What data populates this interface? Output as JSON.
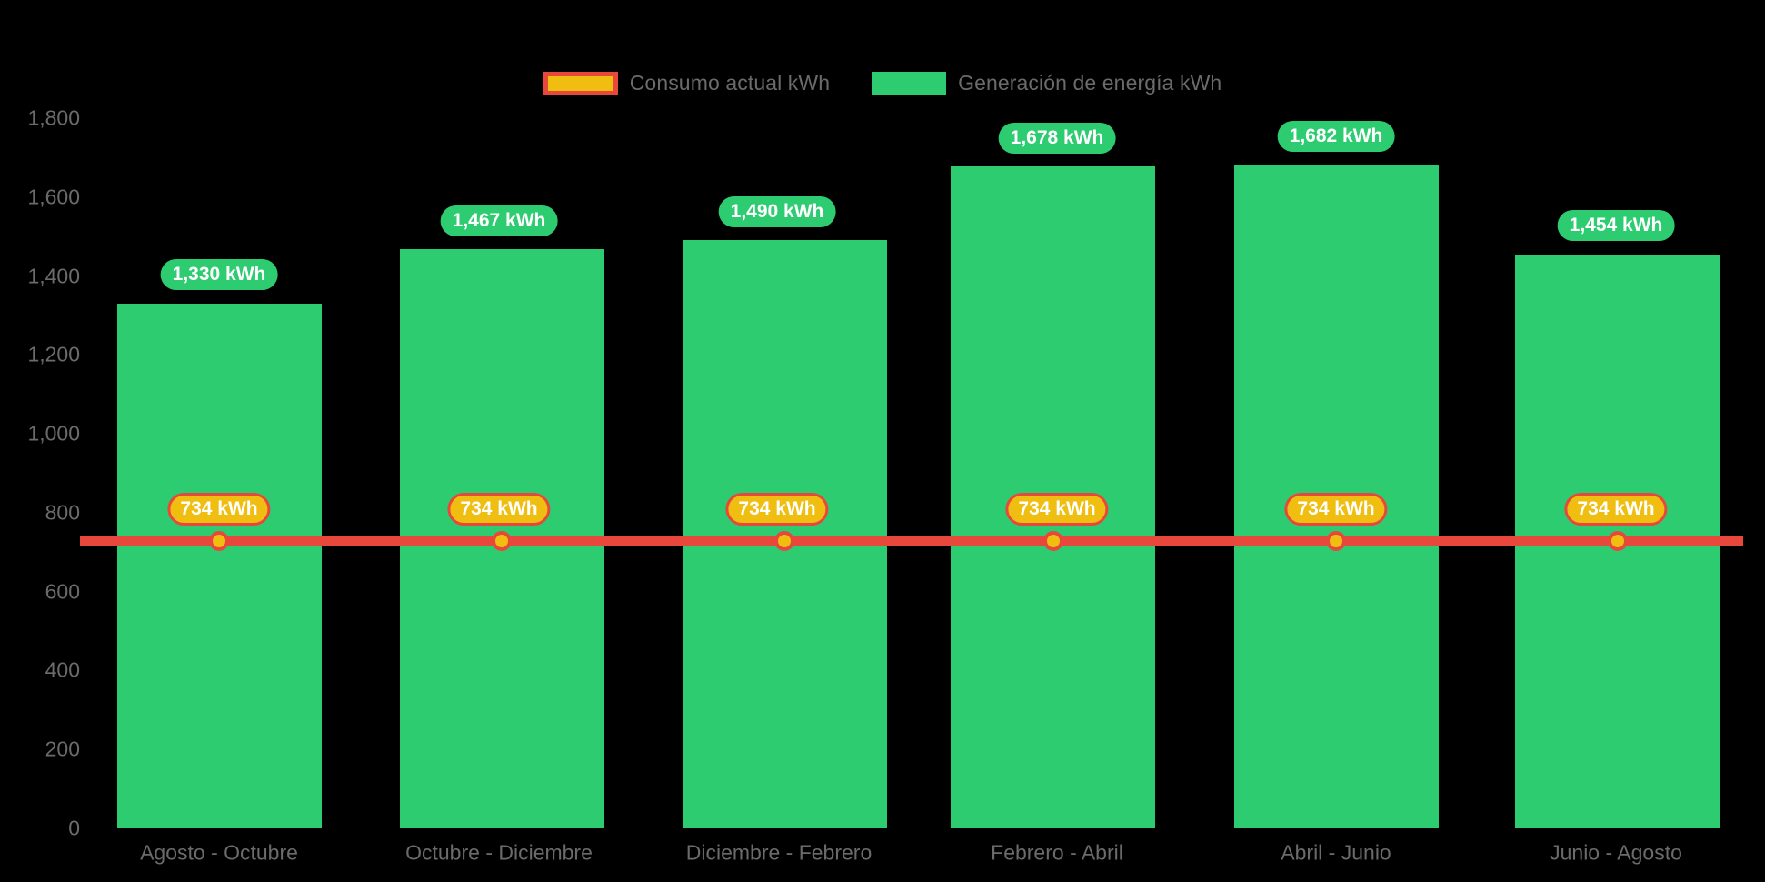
{
  "legend": {
    "position": "top-center",
    "items": [
      {
        "label": "Consumo actual kWh",
        "swatch": "consumo",
        "fill": "#efbe11",
        "stroke": "#e8483c"
      },
      {
        "label": "Generación de energía kWh",
        "swatch": "generacion",
        "fill": "#2ecc71",
        "stroke": "#2ecc71"
      }
    ]
  },
  "axis": {
    "y_ticks": [
      "1,800",
      "1,600",
      "1,400",
      "1,200",
      "1,000",
      "800",
      "600",
      "400",
      "200",
      "0"
    ],
    "y_values": [
      1800,
      1600,
      1400,
      1200,
      1000,
      800,
      600,
      400,
      200,
      0
    ]
  },
  "labels": {
    "generation_pills": [
      "1,330 kWh",
      "1,467 kWh",
      "1,490 kWh",
      "1,678 kWh",
      "1,682 kWh",
      "1,454 kWh"
    ],
    "consumption_pills": [
      "734 kWh",
      "734 kWh",
      "734 kWh",
      "734 kWh",
      "734 kWh",
      "734 kWh"
    ]
  },
  "chart_data": {
    "type": "bar",
    "title": "",
    "subtitle": "",
    "xlabel": "",
    "ylabel": "",
    "ylim": [
      0,
      1800
    ],
    "grid": false,
    "legend_position": "top-center",
    "categories": [
      "Agosto - Octubre",
      "Octubre - Diciembre",
      "Diciembre - Febrero",
      "Febrero - Abril",
      "Abril - Junio",
      "Junio - Agosto"
    ],
    "series": [
      {
        "name": "Generación de energía kWh",
        "type": "bar",
        "color": "#2ecc71",
        "values": [
          1330,
          1467,
          1490,
          1678,
          1682,
          1454
        ],
        "data_labels": [
          "1,330 kWh",
          "1,467 kWh",
          "1,490 kWh",
          "1,678 kWh",
          "1,682 kWh",
          "1,454 kWh"
        ]
      },
      {
        "name": "Consumo actual kWh",
        "type": "line",
        "color": "#e8483c",
        "marker_fill": "#efbe11",
        "values": [
          734,
          734,
          734,
          734,
          734,
          734
        ],
        "data_labels": [
          "734 kWh",
          "734 kWh",
          "734 kWh",
          "734 kWh",
          "734 kWh",
          "734 kWh"
        ]
      }
    ],
    "y_ticks": [
      0,
      200,
      400,
      600,
      800,
      1000,
      1200,
      1400,
      1600,
      1800
    ],
    "y_tick_labels": [
      "0",
      "200",
      "400",
      "600",
      "800",
      "1,000",
      "1,200",
      "1,400",
      "1,600",
      "1,800"
    ],
    "background": "#000000",
    "tick_label_color": "#6b6b6b"
  }
}
